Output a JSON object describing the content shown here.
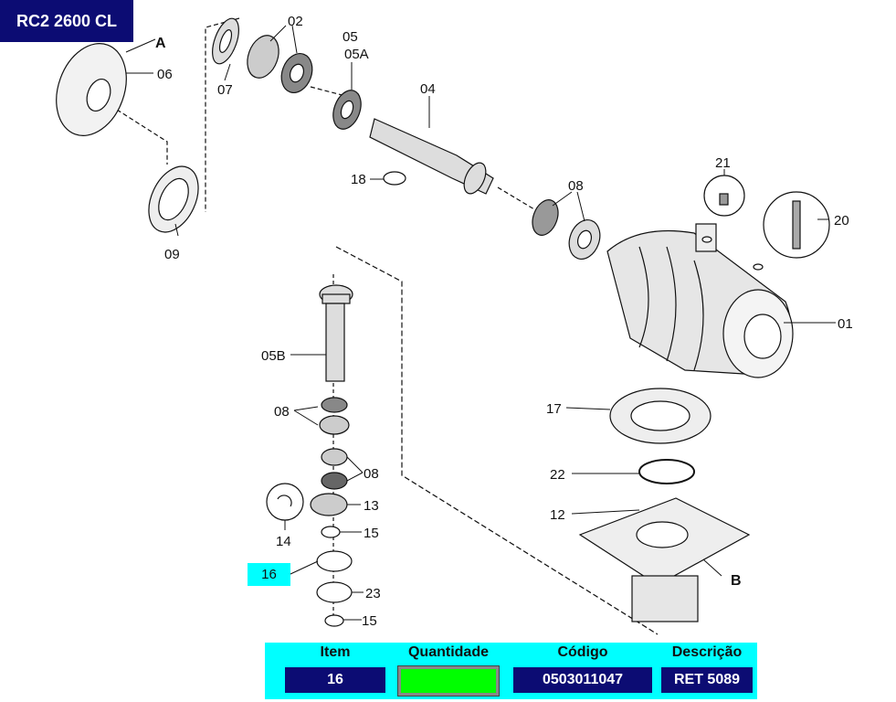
{
  "title": "RC2 2600 CL",
  "labels": {
    "A": "A",
    "B": "B",
    "l01": "01",
    "l02": "02",
    "l04": "04",
    "l05": "05",
    "l05A": "05A",
    "l05B": "05B",
    "l06": "06",
    "l07": "07",
    "l08a": "08",
    "l08b": "08",
    "l08c": "08",
    "l09": "09",
    "l12": "12",
    "l13": "13",
    "l14": "14",
    "l15a": "15",
    "l15b": "15",
    "l16": "16",
    "l17": "17",
    "l18": "18",
    "l20": "20",
    "l21": "21",
    "l22": "22",
    "l23": "23"
  },
  "panel": {
    "headers": {
      "item": "Item",
      "quantidade": "Quantidade",
      "codigo": "Código",
      "descricao": "Descrição"
    },
    "values": {
      "item": "16",
      "quantidade": "",
      "codigo": "0503011047",
      "descricao": "RET 5089"
    }
  },
  "colors": {
    "badge": "#0c0c73",
    "panel": "#00ffff",
    "qty": "#00ff00"
  }
}
